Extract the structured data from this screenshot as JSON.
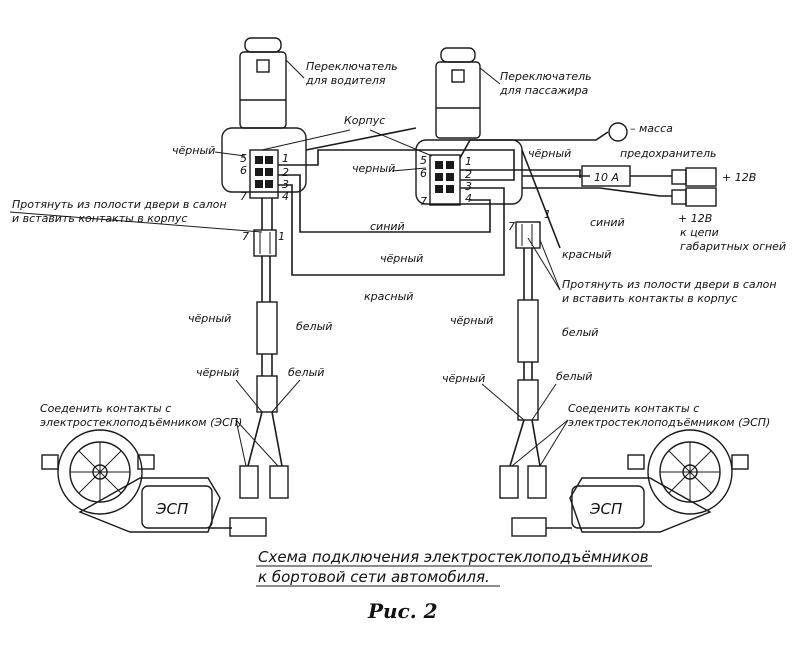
{
  "labels": {
    "switch_driver": [
      "Переключатель",
      "для водителя"
    ],
    "switch_passenger": [
      "Переключатель",
      "для пассажира"
    ],
    "body": "Корпус",
    "ground": "– масса",
    "fuse": "предохранитель",
    "fuse_value": "10 А",
    "plus12_top": "+ 12В",
    "plus12_bottom": [
      "+ 12В",
      "к цепи",
      "габаритных огней"
    ],
    "pull_left": [
      "Протянуть из полости двери в салон",
      "и вставить контакты в корпус"
    ],
    "pull_right": [
      "Протянуть из полости двери в салон",
      "и вставить контакты в корпус"
    ],
    "connect_left": [
      "Соеденить контакты с",
      "электростеклоподъёмником (ЭСП)"
    ],
    "connect_right": [
      "Соеденить контакты с",
      "электростеклоподъёмником (ЭСП)"
    ],
    "motor": "ЭСП",
    "wire_black": "чёрный",
    "wire_black_alt": "черный",
    "wire_white": "белый",
    "wire_blue": "синий",
    "wire_red": "красный",
    "pins": {
      "p5": "5",
      "p6": "6",
      "p7": "7",
      "p1": "1",
      "p2": "2",
      "p3": "3",
      "p4": "4"
    }
  },
  "caption": [
    "Схема подключения электростеклоподъёмников",
    "к бортовой сети автомобиля."
  ],
  "figure": "Рис. 2"
}
